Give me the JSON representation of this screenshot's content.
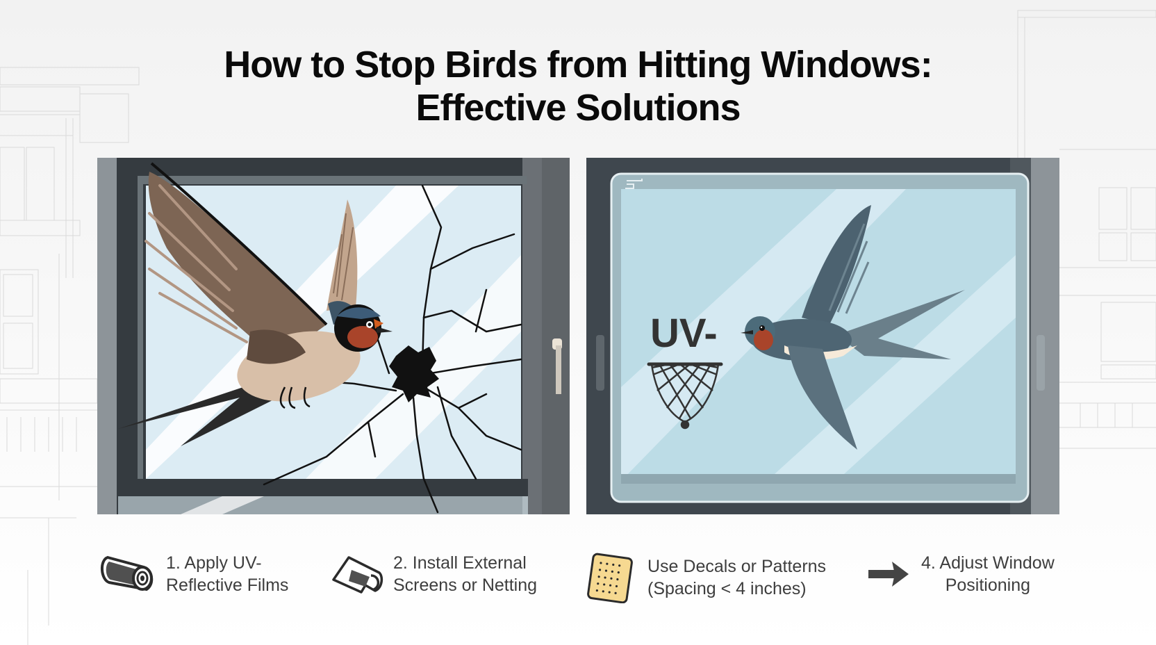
{
  "title": {
    "line1": "How to Stop Birds from Hitting Windows:",
    "line2": "Effective Solutions"
  },
  "panels": {
    "left": {
      "label": "Bird colliding with window, glass cracked",
      "icon": "bird-collision-illustration"
    },
    "right": {
      "label": "Protected window with UV film and netting",
      "overlay_text": "UV-",
      "icons": [
        "net-icon",
        "bird-flying-illustration"
      ]
    }
  },
  "solutions": [
    {
      "icon": "film-roll-icon",
      "line1": "1. Apply UV-",
      "line2": "Reflective Films"
    },
    {
      "icon": "screen-netting-icon",
      "line1": "2. Install External",
      "line2": "Screens or Netting"
    },
    {
      "icon": "decal-sheet-icon",
      "line1": "Use Decals or Patterns",
      "line2": "(Spacing < 4 inches)"
    },
    {
      "icon": "arrow-right-icon",
      "line1": "4. Adjust Window",
      "line2": "Positioning"
    }
  ],
  "colors": {
    "frame_dark": "#353b40",
    "frame_mid": "#5d6368",
    "glass_light": "#dcecf4",
    "glass_blue": "#bcdce6",
    "bird_brown": "#7d6554",
    "bird_throat": "#a9442a",
    "bird_blue": "#455e6d",
    "text_dark": "#3e3e3e",
    "decal_yellow": "#f6d991"
  }
}
